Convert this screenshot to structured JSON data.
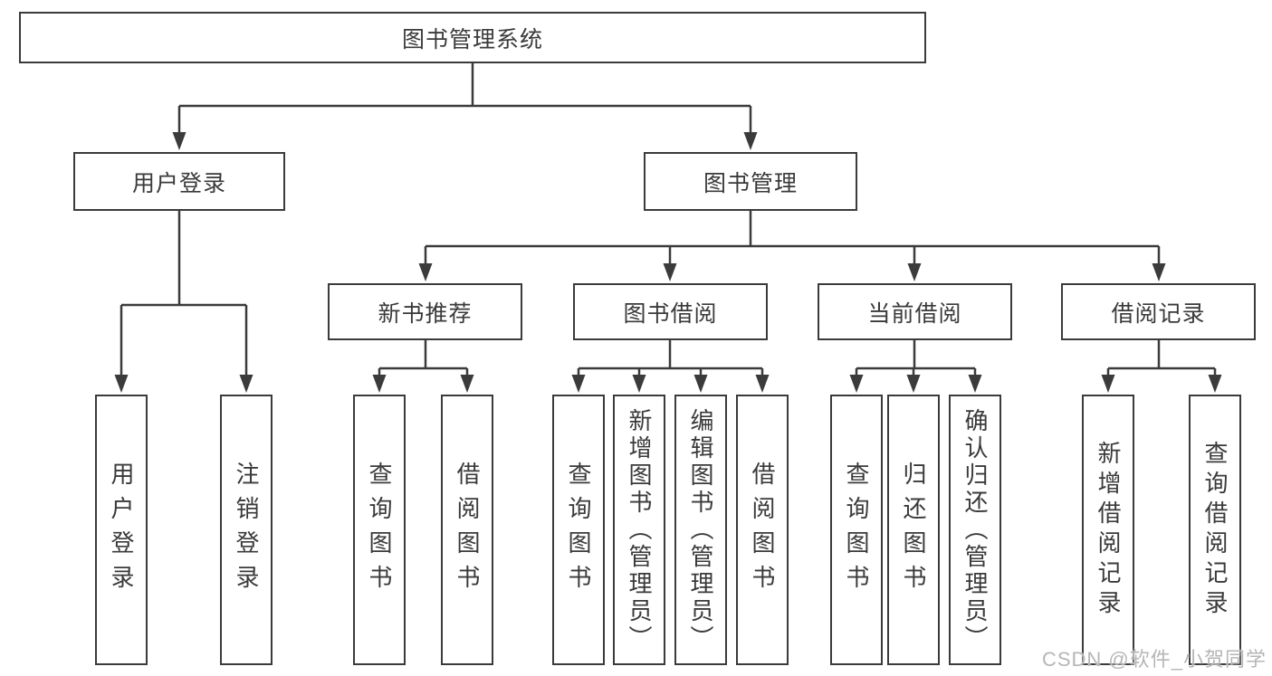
{
  "tree": {
    "root": "图书管理系统",
    "branches": [
      {
        "label": "用户登录",
        "leaves": [
          "用户登录",
          "注销登录"
        ]
      },
      {
        "label": "图书管理",
        "groups": [
          {
            "label": "新书推荐",
            "leaves": [
              "查询图书",
              "借阅图书"
            ]
          },
          {
            "label": "图书借阅",
            "leaves": [
              "查询图书",
              "新增图书（管理员）",
              "编辑图书（管理员）",
              "借阅图书"
            ]
          },
          {
            "label": "当前借阅",
            "leaves": [
              "查询图书",
              "归还图书",
              "确认归还（管理员）"
            ]
          },
          {
            "label": "借阅记录",
            "leaves": [
              "新增借阅记录",
              "查询借阅记录"
            ]
          }
        ]
      }
    ]
  },
  "colors": {
    "line": "#3b3b3b",
    "text": "#3a3a3a",
    "watermark_text": "#b6b6b6",
    "background": "#ffffff"
  },
  "watermark": "CSDN @软件_小贺同学"
}
